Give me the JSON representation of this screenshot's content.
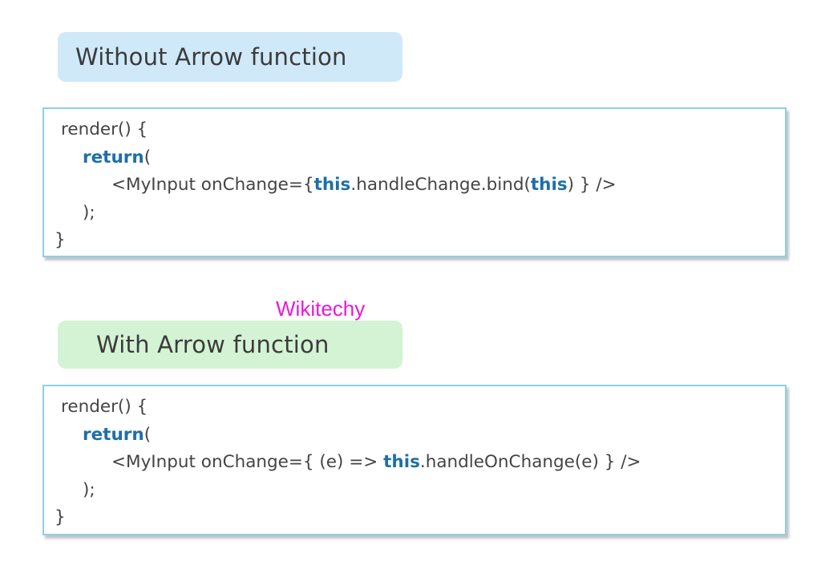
{
  "without_section": {
    "title": "Without Arrow function",
    "code": {
      "line1": "render() {",
      "line2_kw": "return",
      "line2_rest": "(",
      "line3_a": "<MyInput onChange={",
      "line3_kw1": "this",
      "line3_b": ".handleChange.bind(",
      "line3_kw2": "this",
      "line3_c": ") } />",
      "line4": ");",
      "line5": "}"
    }
  },
  "watermark": "Wikitechy",
  "with_section": {
    "title": "With Arrow function",
    "code": {
      "line1": "render() {",
      "line2_kw": "return",
      "line2_rest": "(",
      "line3_a": "<MyInput onChange={ (e) => ",
      "line3_kw1": "this",
      "line3_b": ".handleOnChange(e) } />",
      "line4": ");",
      "line5": "}"
    }
  },
  "colors": {
    "keyword": "#1e6fa7",
    "blue_pill": "#cfe9f8",
    "green_pill": "#d4f3d4",
    "box_border": "#8ecfe8",
    "watermark": "#e81ad9"
  }
}
